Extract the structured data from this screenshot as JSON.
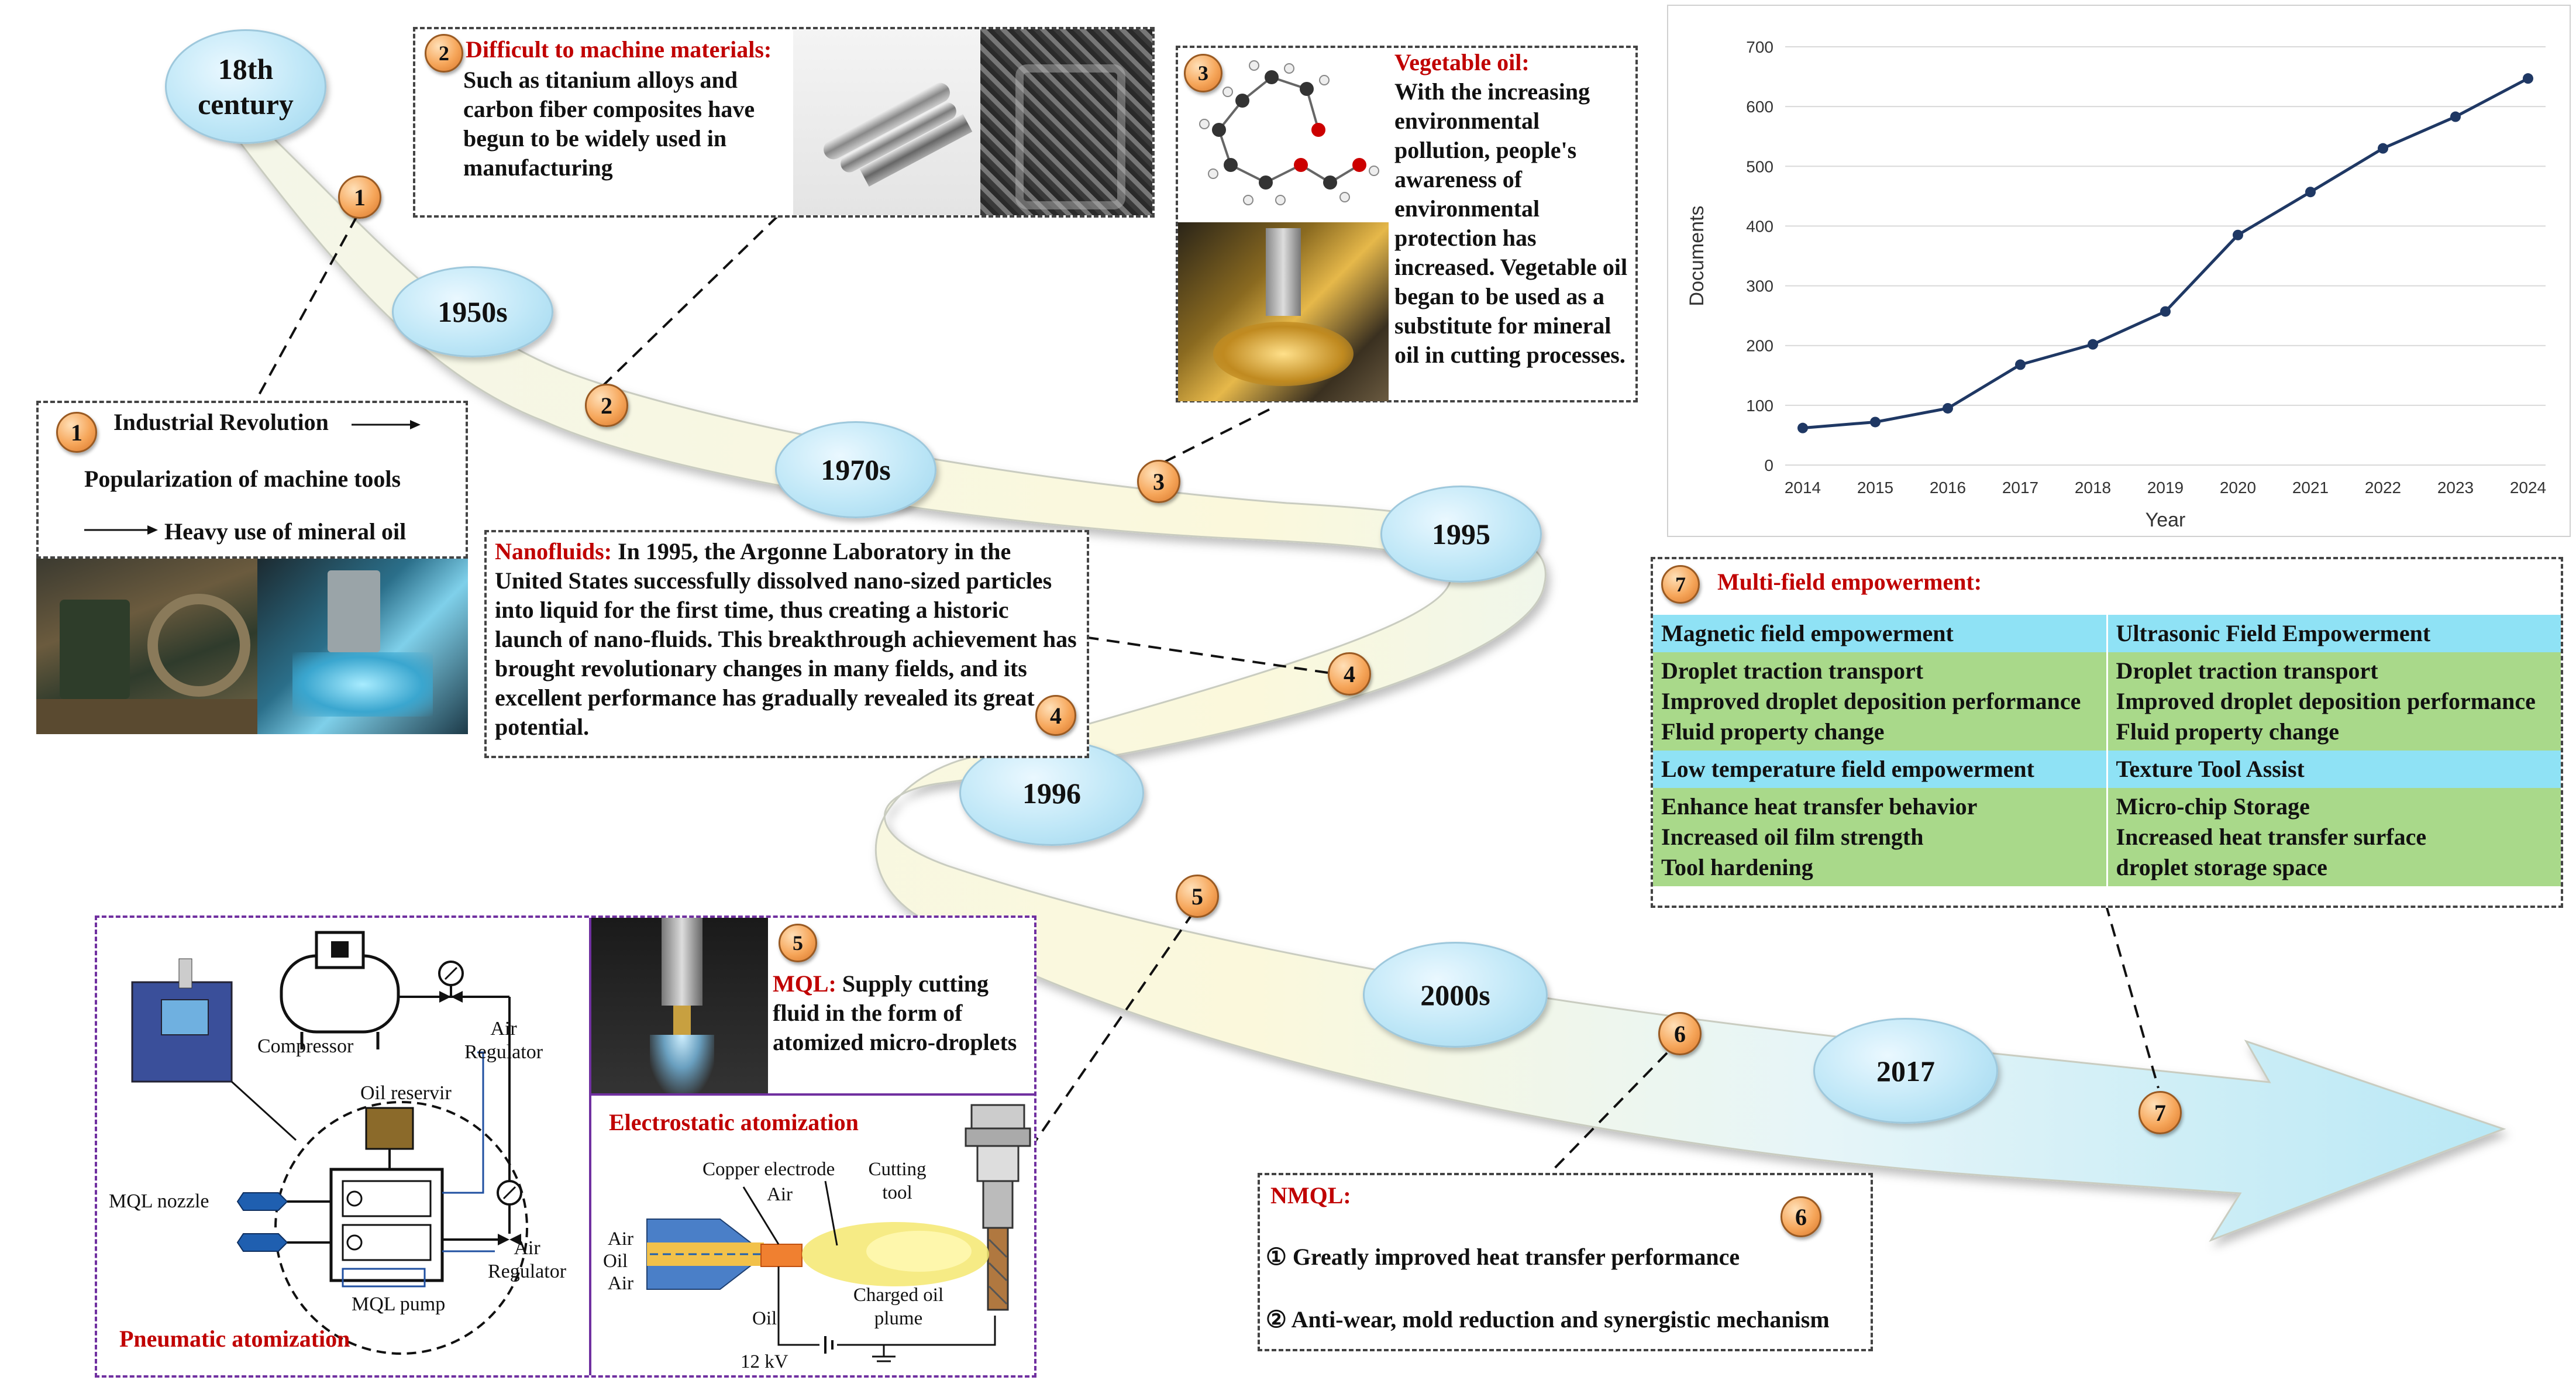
{
  "timeline": {
    "eras": [
      "18th century",
      "1950s",
      "1970s",
      "1995",
      "1996",
      "2000s",
      "2017"
    ]
  },
  "badges": [
    "1",
    "2",
    "3",
    "4",
    "5",
    "6",
    "7"
  ],
  "box1": {
    "num": "1",
    "line1": "Industrial Revolution",
    "line2": "Popularization of machine tools",
    "line3": "Heavy use of mineral oil"
  },
  "box2": {
    "num": "2",
    "title": "Difficult to machine materials:",
    "body": "Such as titanium alloys and carbon fiber composites have begun to be widely used in manufacturing"
  },
  "box3": {
    "num": "3",
    "title": "Vegetable oil:",
    "body": "With the increasing environmental pollution, people's awareness of environmental protection has increased. Vegetable oil began to be used as a substitute for mineral oil in cutting processes."
  },
  "box4": {
    "title": "Nanofluids:",
    "body": " In 1995, the Argonne Laboratory in the United States successfully dissolved nano-sized particles into liquid for the first time, thus creating a historic launch of nano-fluids. This breakthrough achievement has brought revolutionary changes in many fields, and its excellent performance has gradually revealed its great potential."
  },
  "box5": {
    "num": "5",
    "title": "MQL:",
    "body": " Supply cutting fluid in the form of atomized micro-droplets",
    "pneumatic": {
      "title": "Pneumatic atomization",
      "compressor": "Compressor",
      "air_regulator_top": "Air Regulator",
      "oil_reservoir": "Oil reservir",
      "mql_nozzle": "MQL nozzle",
      "air_regulator_bottom": "Air Regulator",
      "mql_pump": "MQL pump"
    },
    "electrostatic": {
      "title": "Electrostatic atomization",
      "copper_electrode": "Copper electrode",
      "air_top": "Air",
      "cutting_tool": "Cutting tool",
      "air1": "Air",
      "oil_in": "Oil",
      "air2": "Air",
      "oil_bottom": "Oil",
      "charged_plume": "Charged oil plume",
      "voltage": "12 kV"
    }
  },
  "box6": {
    "num": "6",
    "title": "NMQL:",
    "item1": "① Greatly improved heat transfer performance",
    "item2": "② Anti-wear, mold reduction and synergistic mechanism"
  },
  "box7": {
    "num": "7",
    "title": "Multi-field empowerment:",
    "sections": [
      {
        "header": "Magnetic field empowerment",
        "items": [
          "Droplet traction transport",
          "Improved droplet deposition performance",
          "Fluid property change"
        ]
      },
      {
        "header": "Ultrasonic Field Empowerment",
        "items": [
          "Droplet traction transport",
          "Improved droplet deposition performance",
          "Fluid property change"
        ]
      },
      {
        "header": "Low temperature field empowerment",
        "items": [
          "Enhance heat transfer behavior",
          "Increased oil film strength",
          "Tool hardening"
        ]
      },
      {
        "header": "Texture Tool Assist",
        "items": [
          "Micro-chip Storage",
          "Increased heat transfer surface",
          "droplet storage space"
        ]
      }
    ]
  },
  "chart_data": {
    "type": "line",
    "xlabel": "Year",
    "ylabel": "Documents",
    "x": [
      "2014",
      "2015",
      "2016",
      "2017",
      "2018",
      "2019",
      "2020",
      "2021",
      "2022",
      "2023",
      "2024"
    ],
    "series": [
      {
        "values": [
          62,
          72,
          95,
          168,
          202,
          257,
          385,
          457,
          530,
          583,
          647
        ]
      }
    ],
    "yticks": [
      0,
      100,
      200,
      300,
      400,
      500,
      600,
      700
    ],
    "ylim": [
      0,
      700
    ],
    "grid": true,
    "colors": {
      "line": "#1f3864",
      "grid": "#d9d9d9"
    }
  }
}
